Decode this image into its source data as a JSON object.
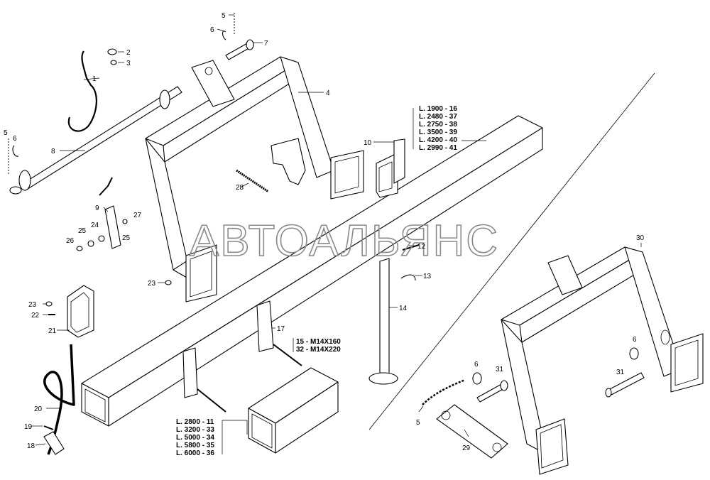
{
  "watermark": "АВТОАЛЬЯНС",
  "callouts": {
    "c1": "1",
    "c2": "2",
    "c3": "3",
    "c4": "4",
    "c5a": "5",
    "c6a": "6",
    "c7": "7",
    "c5b": "5",
    "c6b": "6",
    "c8": "8",
    "c9": "9",
    "c10": "10",
    "c12": "12",
    "c13": "13",
    "c14": "14",
    "c17": "17",
    "c18": "18",
    "c19": "19",
    "c20": "20",
    "c21": "21",
    "c22": "22",
    "c23a": "23",
    "c23b": "23",
    "c24": "24",
    "c25a": "25",
    "c25b": "25",
    "c26": "26",
    "c27": "27",
    "c28": "28",
    "c29": "29",
    "c30": "30",
    "c31a": "31",
    "c31b": "31",
    "c6c": "6",
    "c6d": "6",
    "c5c": "5"
  },
  "table_top": [
    "L. 1900 - 16",
    "L. 2480 - 37",
    "L. 2750 - 38",
    "L. 3500 - 39",
    "L. 4200 - 40",
    "L. 2990 - 41"
  ],
  "table_bottom": [
    "L. 2800 - 11",
    "L. 3200 - 33",
    "L. 5000 - 34",
    "L. 5800 - 35",
    "L. 6000 - 36"
  ],
  "bolts": [
    "15 - M14X160",
    "32 - M14X220"
  ]
}
